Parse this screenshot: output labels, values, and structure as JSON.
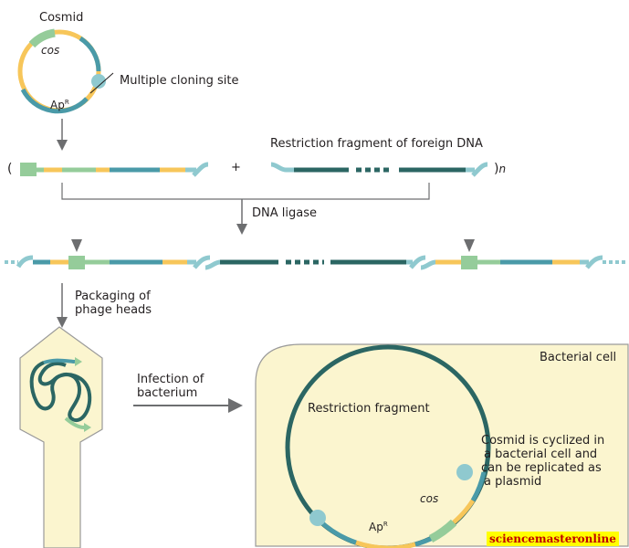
{
  "labels": {
    "cosmid_title": "Cosmid",
    "cos_top": "cos",
    "mcs": "Multiple cloning site",
    "apr_top": "Ap",
    "apr_sup": "R",
    "restriction_foreign": "Restriction fragment of foreign DNA",
    "paren_open": "(",
    "paren_close": ")",
    "n_sub": "n",
    "plus": "+",
    "dna_ligase": "DNA ligase",
    "packaging_line1": "Packaging of",
    "packaging_line2": "phage heads",
    "infection_line1": "Infection of",
    "infection_line2": "bacterium",
    "bacterial_cell": "Bacterial cell",
    "restriction_fragment": "Restriction fragment",
    "cyclized_line1": "Cosmid is cyclized in",
    "cyclized_line2": "a bacterial cell and",
    "cyclized_line3": "can be replicated as",
    "cyclized_line4": "a plasmid",
    "cos_bottom": "cos",
    "apr_bottom": "Ap",
    "apr_bottom_sup": "R",
    "watermark": "sciencemasteronline"
  },
  "colors": {
    "vector_teal": "#4a9aa8",
    "vector_yellow": "#f7c65a",
    "cos_green": "#95cc9a",
    "foreign_dark": "#2b6663",
    "mcs_light": "#8fc9cf",
    "cell_fill": "#fbf5cf",
    "cell_border": "#9a9a9a",
    "arrow_gray": "#6d6e70"
  }
}
